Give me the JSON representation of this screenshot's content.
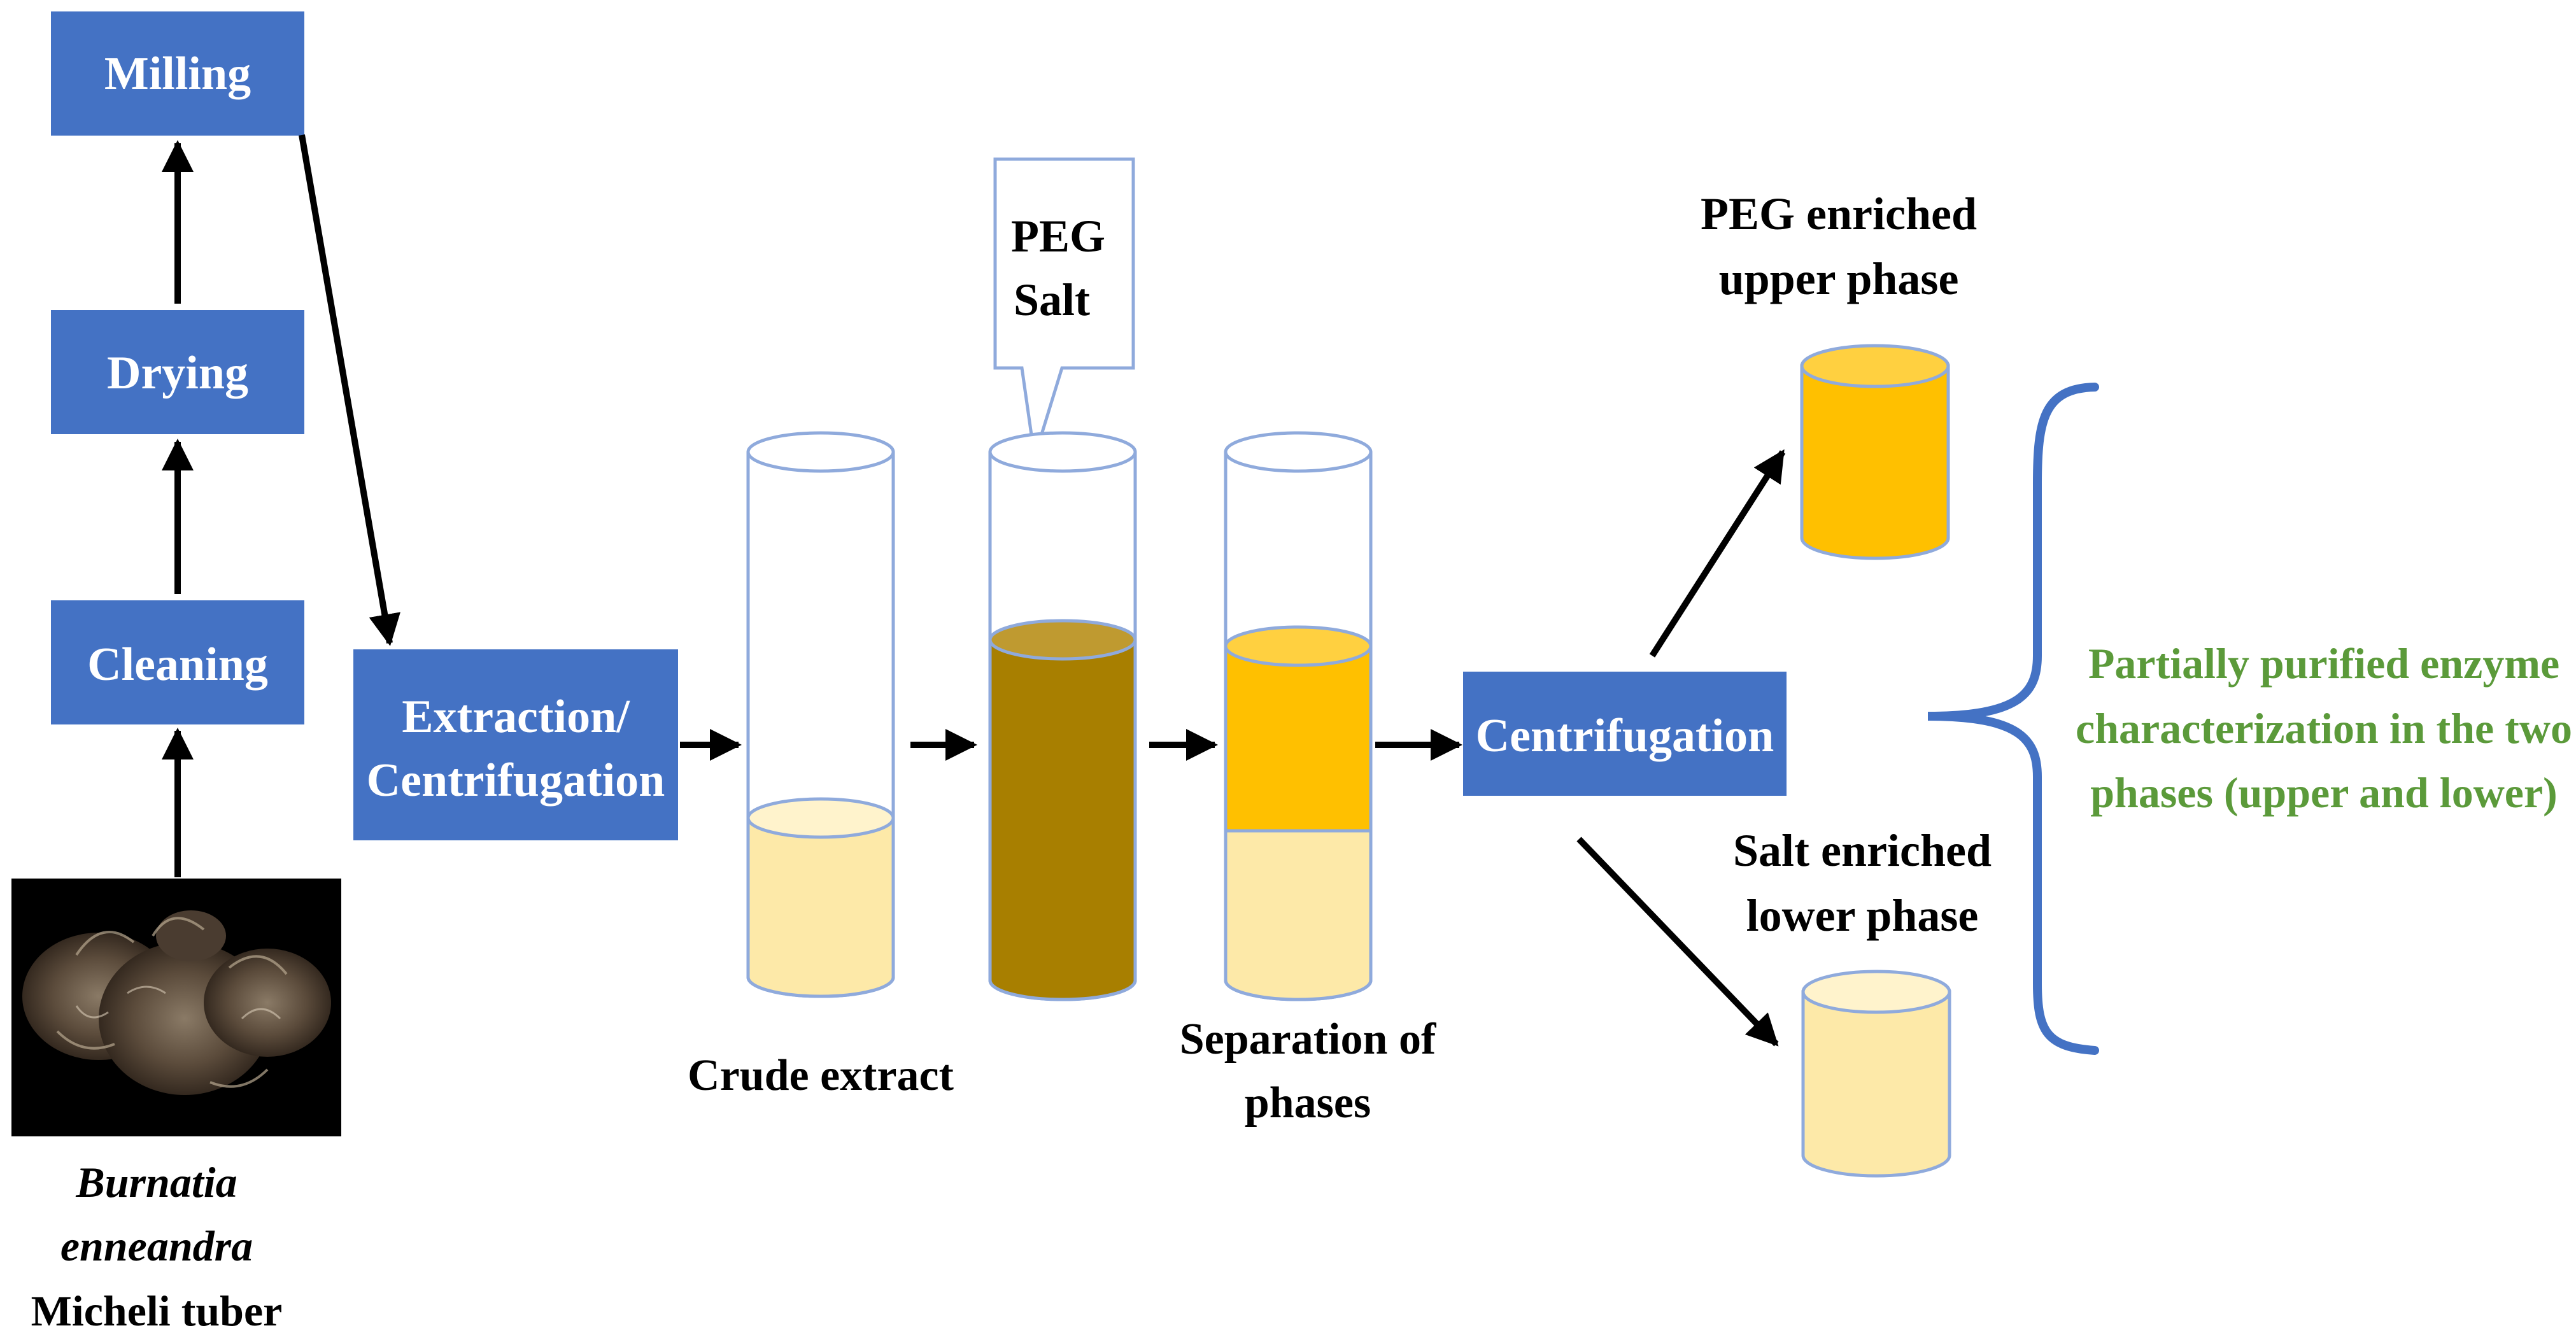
{
  "steps": {
    "milling": "Milling",
    "drying": "Drying",
    "cleaning": "Cleaning",
    "extraction_line1": "Extraction/",
    "extraction_line2": "Centrifugation",
    "centrifugation": "Centrifugation"
  },
  "source": {
    "line1": "Burnatia",
    "line2": "enneandra",
    "line3": "Micheli tuber"
  },
  "callout": {
    "line1": "PEG",
    "line2": "Salt"
  },
  "tube_labels": {
    "crude": "Crude extract",
    "separation_line1": "Separation of",
    "separation_line2": "phases"
  },
  "phases": {
    "upper_line1": "PEG enriched",
    "upper_line2": "upper phase",
    "lower_line1": "Salt enriched",
    "lower_line2": "lower phase"
  },
  "result": {
    "line1": "Partially purified enzyme",
    "line2": "characterization in the two",
    "line3": "phases (upper and lower)"
  },
  "colors": {
    "box_blue": "#4472c4",
    "brace_blue": "#4472c4",
    "outline_blue": "#8faadc",
    "pale_yellow": "#fde9a8",
    "dark_brown": "#a87f00",
    "orange": "#ffc000",
    "result_green": "#5b9a3a"
  }
}
